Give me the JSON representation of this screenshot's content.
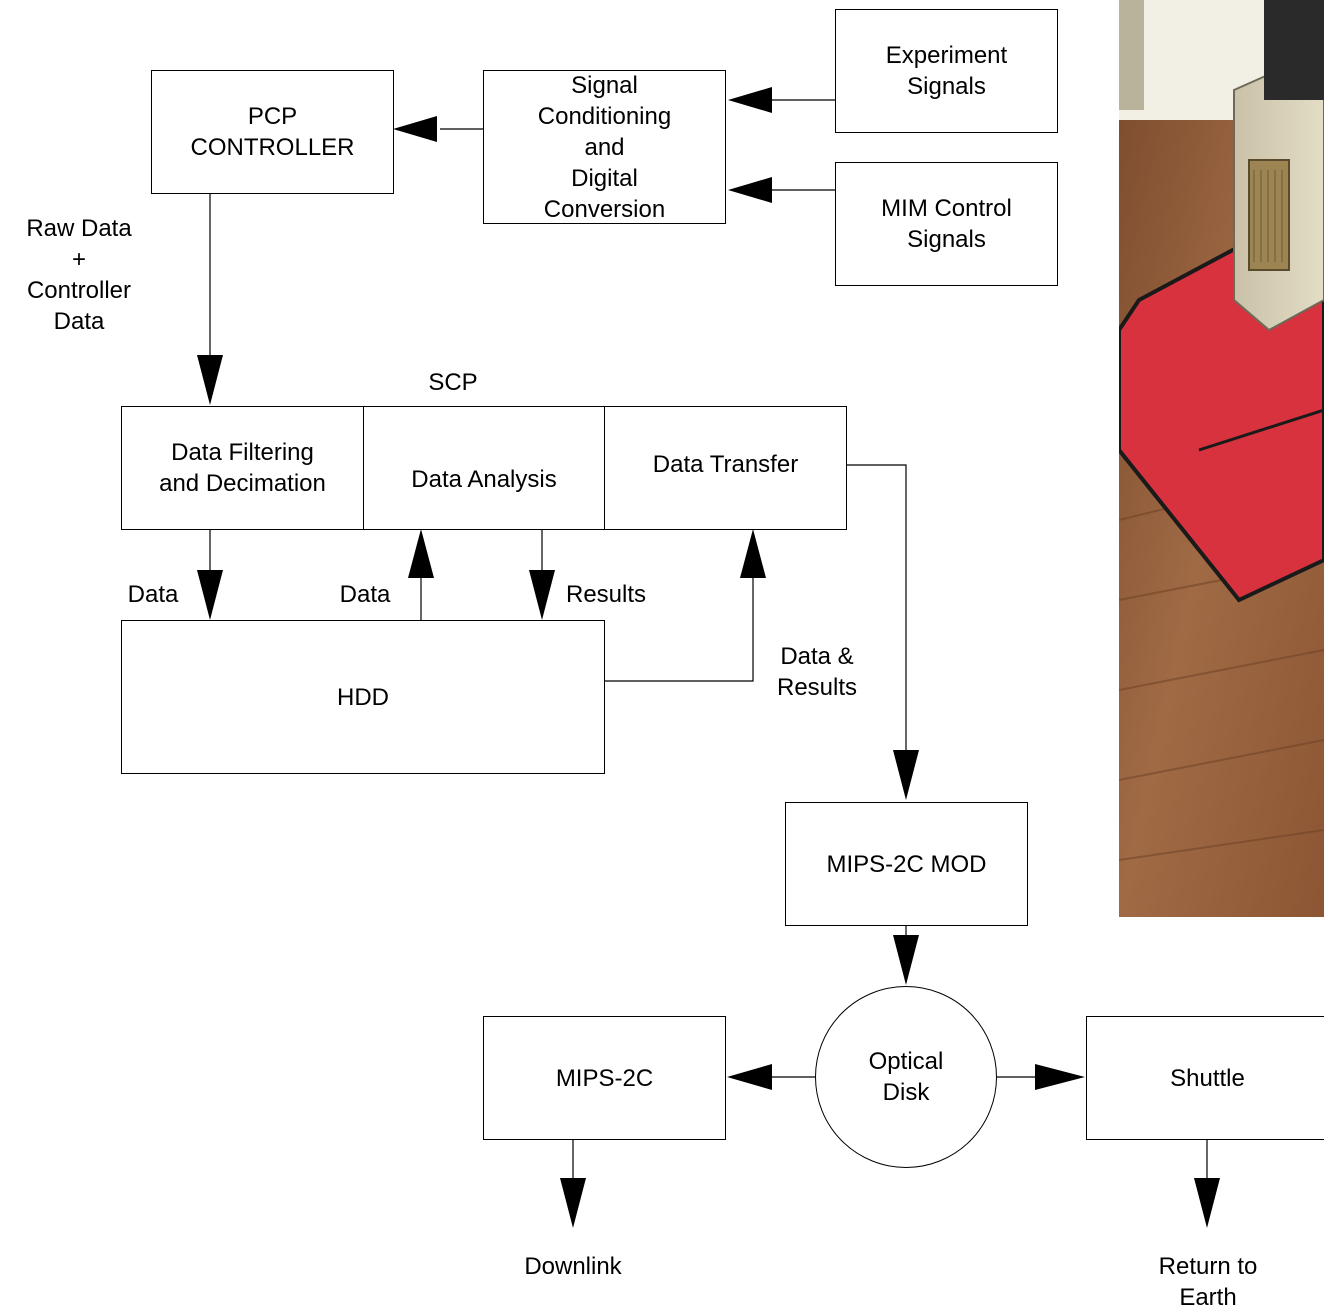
{
  "boxes": {
    "pcp_controller": "PCP\nCONTROLLER",
    "signal_conditioning": "Signal\nConditioning\nand\nDigital\nConversion",
    "experiment_signals": "Experiment\nSignals",
    "mim_control_signals": "MIM Control\nSignals",
    "data_filtering": "Data Filtering\nand Decimation",
    "data_analysis": "Data Analysis",
    "data_transfer": "Data Transfer",
    "hdd": "HDD",
    "mips_2c_mod": "MIPS-2C MOD",
    "optical_disk": "Optical\nDisk",
    "mips_2c": "MIPS-2C",
    "shuttle": "Shuttle"
  },
  "labels": {
    "raw_data": "Raw Data\n+\nController\nData",
    "scp": "SCP",
    "data_left": "Data",
    "data_mid": "Data",
    "results": "Results",
    "data_results": "Data &\nResults",
    "downlink": "Downlink",
    "return_to_earth": "Return to\nEarth"
  },
  "colors": {
    "line": "#000000",
    "mat_red": "#d8323e",
    "wood": "#8a5a3a"
  }
}
